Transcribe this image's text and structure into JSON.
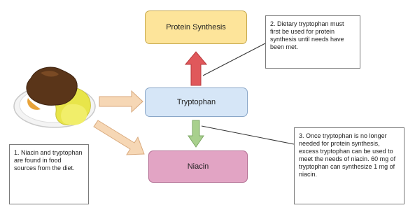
{
  "nodes": {
    "protein_synthesis": "Protein Synthesis",
    "tryptophan": "Tryptophan",
    "niacin": "Niacin"
  },
  "notes": {
    "note1": "1. Niacin and tryptophan are found in food sources from the diet.",
    "note2": "2. Dietary tryptophan must first be used for protein synthesis until needs have been met.",
    "note3": "3. Once tryptophan is no longer needed for protein synthesis, excess tryptophan can be used to meet the needs of niacin. 60 mg of tryptophan can synthesize 1 mg of niacin."
  },
  "colors": {
    "protein_fill": "#fde49a",
    "tryptophan_fill": "#d6e6f7",
    "niacin_fill": "#e2a4c4",
    "arrow_up": "#e0585b",
    "arrow_down": "#a8d08d",
    "arrow_food": "#f6d7b5"
  },
  "icons": {
    "food": "plate-of-food-icon"
  }
}
